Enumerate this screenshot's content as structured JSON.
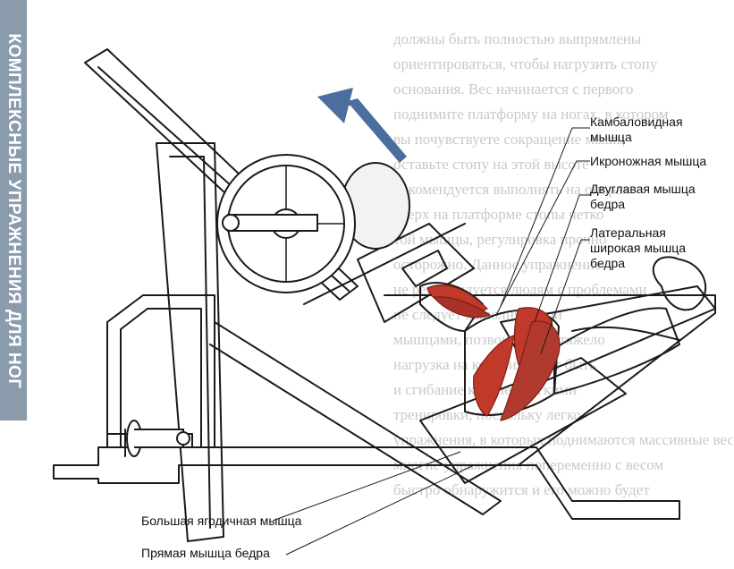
{
  "side_tab": {
    "text": "КОМПЛЕКСНЫЕ УПРАЖНЕНИЯ ДЛЯ НОГ",
    "color": "#8a9cac"
  },
  "colors": {
    "muscle": "#c0392b",
    "muscle_dark": "#7e1f14",
    "arrow": "#4a6e9e",
    "line": "#1a1a1a"
  },
  "background_text": [
    "должны быть полностью выпрямлены",
    "ориентироваться, чтобы нагрузить стопу",
    "основания. Вес начинается с первого",
    "поднимите платформу на ногах, в котором",
    "вы почувствуете сокращение мышц",
    "оставьте стопу на этой высоте",
    "Рекомендуется выполнять на опорах",
    "вверх на платформе стопы четко",
    "той мышцы, регулировка прочно",
    "осторожно. Данное упражнение",
    "не рекомендуется людям с проблемами",
    "не следует выполнять при",
    "мышцами, позвоночнику тяжело",
    "нагрузка на колени может быть",
    "и сгибание коленей легкими",
    "тренировки, поскольку легко",
    "упражнения, в которых поднимаются массивные веса",
    "многие упражнения попеременно с весом",
    "быстро обнаружится и его можно будет"
  ],
  "labels": {
    "soleus": [
      "Камбаловидная",
      "мышца"
    ],
    "gastrocnemius": [
      "Икроножная мышца"
    ],
    "biceps_femoris": [
      "Двуглавая мышца",
      "бедра"
    ],
    "vastus_lateralis": [
      "Латеральная",
      "широкая мышца",
      "бедра"
    ],
    "gluteus_maximus": [
      "Большая ягодичная мышца"
    ],
    "rectus_femoris": [
      "Прямая мышца бедра"
    ]
  }
}
